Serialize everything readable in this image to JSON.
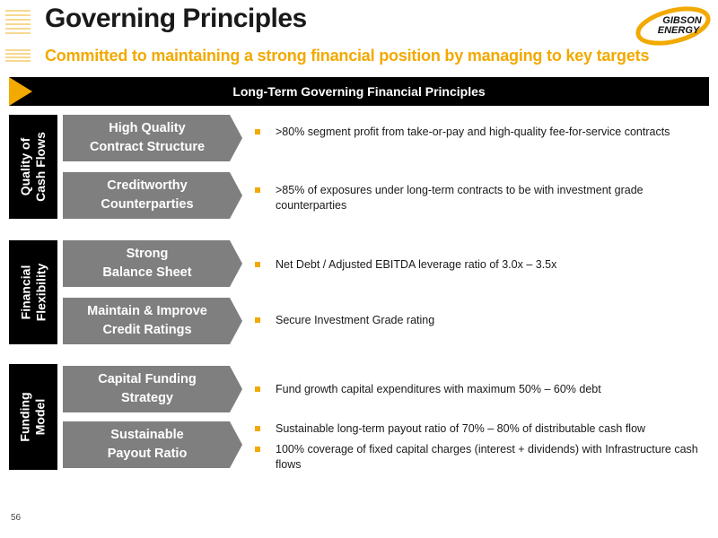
{
  "header": {
    "title": "Governing Principles",
    "subtitle": "Committed to maintaining a strong financial position by managing to key targets"
  },
  "logo": {
    "line1": "GIBSON",
    "line2": "ENERGY"
  },
  "banner": {
    "text": "Long-Term Governing Financial Principles"
  },
  "sections": [
    {
      "label": "Quality of\nCash Flows",
      "rows": [
        {
          "pill": "High Quality\nContract Structure",
          "bullets": [
            ">80% segment profit from take-or-pay and high-quality fee-for-service contracts"
          ]
        },
        {
          "pill": "Creditworthy\nCounterparties",
          "bullets": [
            ">85% of exposures under long-term contracts to be with investment grade counterparties"
          ]
        }
      ]
    },
    {
      "label": "Financial\nFlexibility",
      "rows": [
        {
          "pill": "Strong\nBalance Sheet",
          "bullets": [
            "Net Debt / Adjusted EBITDA leverage ratio of 3.0x – 3.5x"
          ]
        },
        {
          "pill": "Maintain & Improve\nCredit Ratings",
          "bullets": [
            "Secure Investment Grade rating"
          ]
        }
      ]
    },
    {
      "label": "Funding\nModel",
      "rows": [
        {
          "pill": "Capital Funding\nStrategy",
          "bullets": [
            "Fund growth capital expenditures with maximum 50% – 60% debt"
          ]
        },
        {
          "pill": "Sustainable\nPayout Ratio",
          "bullets": [
            "Sustainable long-term payout ratio of 70% – 80% of distributable cash flow",
            "100% coverage of fixed capital charges (interest + dividends) with Infrastructure cash flows"
          ]
        }
      ]
    }
  ],
  "footer": {
    "page_number": "56"
  },
  "colors": {
    "accent": "#f2a900",
    "banner": "#000000",
    "pill": "#7f7f7f"
  }
}
